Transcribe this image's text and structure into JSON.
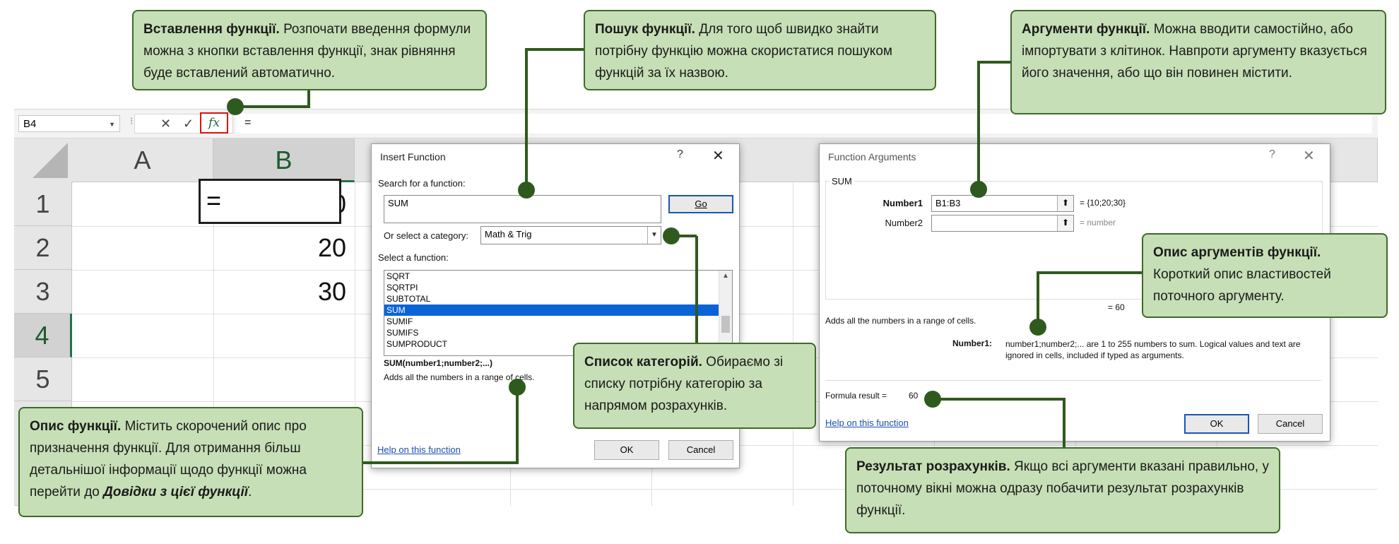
{
  "formula_bar": {
    "name_box": "B4",
    "cancel_icon": "✕",
    "enter_icon": "✓",
    "fx_label": "fx",
    "formula": "="
  },
  "sheet": {
    "columns": [
      "A",
      "B"
    ],
    "rows": [
      "1",
      "2",
      "3",
      "4",
      "5"
    ],
    "cells": {
      "B1": "10",
      "B2": "20",
      "B3": "30",
      "B4": "="
    }
  },
  "insert_function": {
    "title": "Insert Function",
    "help_icon": "?",
    "close_icon": "✕",
    "search_label": "Search for a function:",
    "search_value": "SUM",
    "go_label": "Go",
    "category_label": "Or select a category:",
    "category_value": "Math & Trig",
    "select_label": "Select a function:",
    "functions": [
      "SQRT",
      "SQRTPI",
      "SUBTOTAL",
      "SUM",
      "SUMIF",
      "SUMIFS",
      "SUMPRODUCT"
    ],
    "selected_function": "SUM",
    "syntax": "SUM(number1;number2;...)",
    "description": "Adds all the numbers in a range of cells.",
    "help_link": "Help on this function",
    "ok_label": "OK",
    "cancel_label": "Cancel"
  },
  "function_arguments": {
    "title": "Function Arguments",
    "help_icon": "?",
    "close_icon": "✕",
    "group_name": "SUM",
    "arg1_label": "Number1",
    "arg1_value": "B1:B3",
    "arg1_result": "= {10;20;30}",
    "arg2_label": "Number2",
    "arg2_value": "",
    "arg2_result": "= number",
    "total_value": "=  60",
    "description": "Adds all the numbers in a range of cells.",
    "arg_detail_label": "Number1:",
    "arg_detail_text": "number1;number2;... are 1 to 255 numbers to sum. Logical values and text are ignored in cells, included if typed as arguments.",
    "formula_result_label": "Formula result =",
    "formula_result_value": "60",
    "help_link": "Help on this function",
    "ok_label": "OK",
    "cancel_label": "Cancel"
  },
  "callouts": {
    "insert": {
      "title": "Вставлення функції.",
      "text": " Розпочати введення формули можна з кнопки вставлення функції, знак рівняння буде вставлений автоматично."
    },
    "search": {
      "title": "Пошук функції.",
      "text": " Для того щоб швидко знайти потрібну функцію можна скористатися пошуком функцій за їх назвою."
    },
    "arguments": {
      "title": "Аргументи функції.",
      "text": " Можна вводити самостійно, або імпортувати з клітинок. Навпроти аргументу вказується його значення, або що він повинен містити."
    },
    "arg_description": {
      "title": "Опис аргументів функції.",
      "text": " Короткий опис властивостей поточного аргументу."
    },
    "category": {
      "title": "Список категорій.",
      "text": " Обираємо зі списку потрібну категорію за напрямом розрахунків."
    },
    "description": {
      "title": "Опис функції.",
      "text": " Містить скорочений опис про призначення функції. Для отримання більш детальнішої інформації щодо функції можна перейти до ",
      "link_text": "Довідки з цієї функції",
      "end": "."
    },
    "result": {
      "title": "Результат розрахунків.",
      "text": " Якщо всі аргументи вказані правильно, у поточному вікні можна одразу побачити результат розрахунків функції."
    }
  },
  "colors": {
    "callout_bg": "#c6dfb6",
    "callout_border": "#3e6a2a",
    "connector": "#2f5a1e",
    "selection": "#0a64d8",
    "excel_green": "#217346"
  }
}
